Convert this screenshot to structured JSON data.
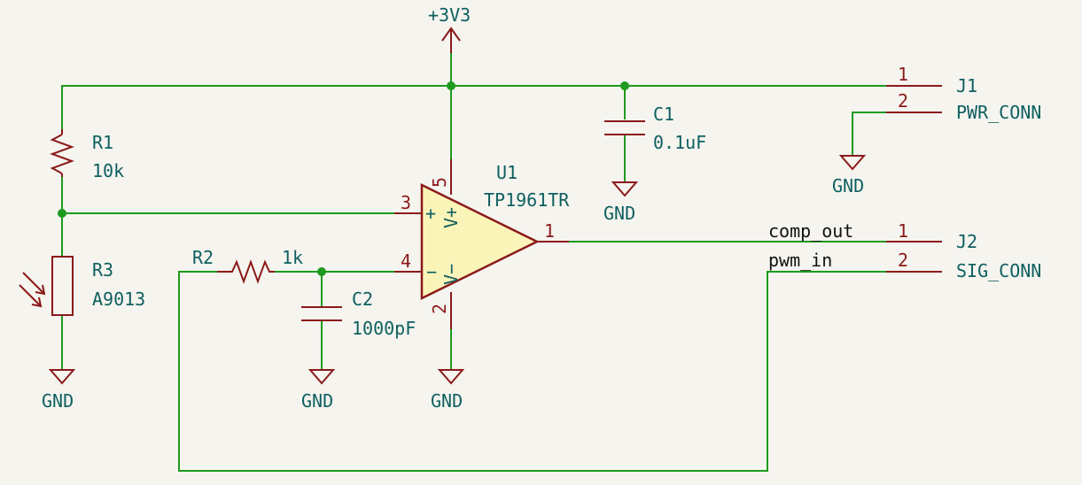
{
  "colors": {
    "wire": "#1e9a1e",
    "symbol": "#8b1a1a",
    "text": "#0e5f5f",
    "opamp_fill": "#fbf4b9",
    "background": "#f5f4ef"
  },
  "power": {
    "vcc_label": "+3V3",
    "gnd_label": "GND"
  },
  "r1": {
    "ref": "R1",
    "value": "10k"
  },
  "r2": {
    "ref": "R2",
    "value": "1k"
  },
  "r3": {
    "ref": "R3",
    "value": "A9013"
  },
  "c1": {
    "ref": "C1",
    "value": "0.1uF"
  },
  "c2": {
    "ref": "C2",
    "value": "1000pF"
  },
  "u1": {
    "ref": "U1",
    "value": "TP1961TR",
    "pin_plus_in": "3",
    "pin_minus_in": "4",
    "pin_vpos": "5",
    "pin_vneg": "2",
    "pin_out": "1",
    "mark_plus": "+",
    "mark_minus": "−",
    "mark_vpos": "V+",
    "mark_vneg": "V−"
  },
  "j1": {
    "ref": "J1",
    "value": "PWR_CONN",
    "pin1": "1",
    "pin2": "2"
  },
  "j2": {
    "ref": "J2",
    "value": "SIG_CONN",
    "pin1": "1",
    "pin2": "2"
  },
  "nets": {
    "comp_out": "comp_out",
    "pwm_in": "pwm_in"
  }
}
